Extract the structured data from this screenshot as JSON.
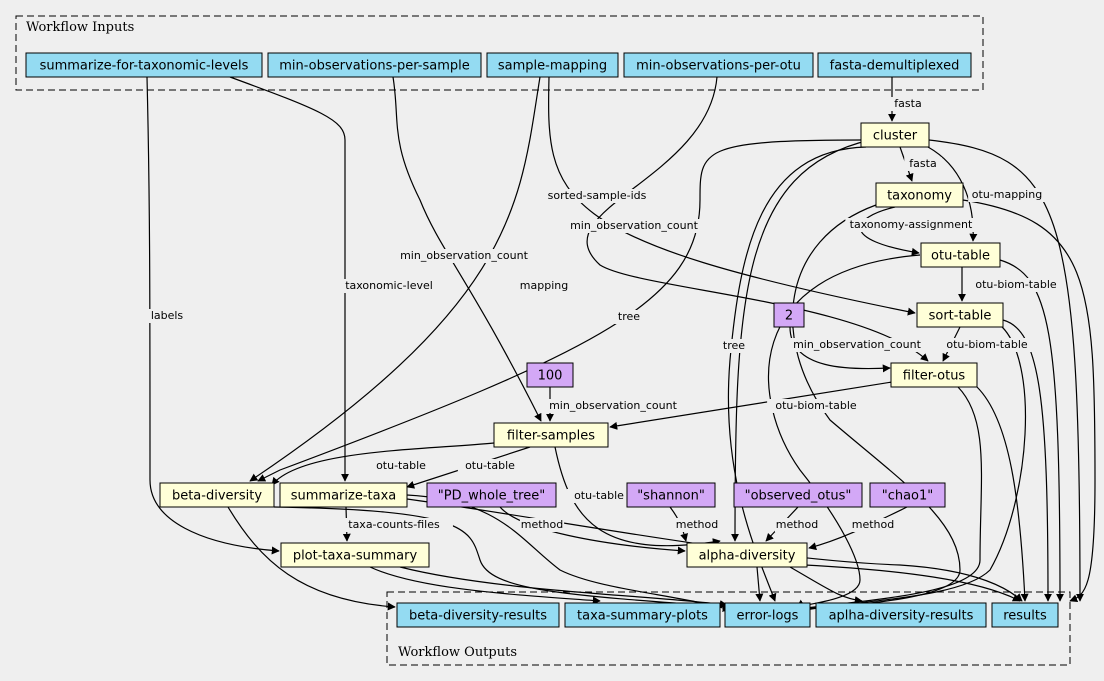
{
  "colors": {
    "background": "#efefef",
    "io": "#94dbf2",
    "step": "#ffffd8",
    "param": "#d3a8f6"
  },
  "clusters": [
    {
      "id": "inputs",
      "label": "Workflow Inputs"
    },
    {
      "id": "outputs",
      "label": "Workflow Outputs"
    }
  ],
  "nodes": [
    {
      "id": "summarize_for_tax_levels",
      "label": "summarize-for-taxonomic-levels",
      "kind": "io"
    },
    {
      "id": "min_obs_per_sample",
      "label": "min-observations-per-sample",
      "kind": "io"
    },
    {
      "id": "sample_mapping",
      "label": "sample-mapping",
      "kind": "io"
    },
    {
      "id": "min_obs_per_otu",
      "label": "min-observations-per-otu",
      "kind": "io"
    },
    {
      "id": "fasta_demultiplexed",
      "label": "fasta-demultiplexed",
      "kind": "io"
    },
    {
      "id": "cluster",
      "label": "cluster",
      "kind": "step"
    },
    {
      "id": "taxonomy",
      "label": "taxonomy",
      "kind": "step"
    },
    {
      "id": "otu_table",
      "label": "otu-table",
      "kind": "step"
    },
    {
      "id": "sort_table",
      "label": "sort-table",
      "kind": "step"
    },
    {
      "id": "p_2",
      "label": "2",
      "kind": "param"
    },
    {
      "id": "filter_otus",
      "label": "filter-otus",
      "kind": "step"
    },
    {
      "id": "p_100",
      "label": "100",
      "kind": "param"
    },
    {
      "id": "filter_samples",
      "label": "filter-samples",
      "kind": "step"
    },
    {
      "id": "beta_diversity",
      "label": "beta-diversity",
      "kind": "step"
    },
    {
      "id": "summarize_taxa",
      "label": "summarize-taxa",
      "kind": "step"
    },
    {
      "id": "p_pd",
      "label": "\"PD_whole_tree\"",
      "kind": "param"
    },
    {
      "id": "p_shannon",
      "label": "\"shannon\"",
      "kind": "param"
    },
    {
      "id": "p_observed",
      "label": "\"observed_otus\"",
      "kind": "param"
    },
    {
      "id": "p_chao1",
      "label": "\"chao1\"",
      "kind": "param"
    },
    {
      "id": "plot_taxa_summary",
      "label": "plot-taxa-summary",
      "kind": "step"
    },
    {
      "id": "alpha_diversity",
      "label": "alpha-diversity",
      "kind": "step"
    },
    {
      "id": "beta_results",
      "label": "beta-diversity-results",
      "kind": "io"
    },
    {
      "id": "taxa_plots",
      "label": "taxa-summary-plots",
      "kind": "io"
    },
    {
      "id": "error_logs",
      "label": "error-logs",
      "kind": "io"
    },
    {
      "id": "alpha_results",
      "label": "aplha-diversity-results",
      "kind": "io"
    },
    {
      "id": "results",
      "label": "results",
      "kind": "io"
    }
  ],
  "edges": [
    {
      "from": "fasta_demultiplexed",
      "to": "cluster",
      "label": "fasta"
    },
    {
      "from": "cluster",
      "to": "taxonomy",
      "label": "fasta"
    },
    {
      "from": "cluster",
      "to": "otu_table",
      "label": "otu-mapping"
    },
    {
      "from": "taxonomy",
      "to": "otu_table",
      "label": "taxonomy-assignment"
    },
    {
      "from": "otu_table",
      "to": "sort_table",
      "label": "otu-biom-table"
    },
    {
      "from": "sample_mapping",
      "to": "sort_table",
      "label": "sorted-sample-ids"
    },
    {
      "from": "min_obs_per_otu",
      "to": "filter_otus",
      "label": "min_observation_count"
    },
    {
      "from": "p_2",
      "to": "filter_otus",
      "label": "min_observation_count"
    },
    {
      "from": "sort_table",
      "to": "filter_otus",
      "label": "otu-biom-table"
    },
    {
      "from": "filter_otus",
      "to": "filter_samples",
      "label": "otu-biom-table"
    },
    {
      "from": "p_100",
      "to": "filter_samples",
      "label": "min_observation_count"
    },
    {
      "from": "min_obs_per_sample",
      "to": "filter_samples",
      "label": "min_observation_count"
    },
    {
      "from": "sample_mapping",
      "to": "beta_diversity",
      "label": "mapping"
    },
    {
      "from": "cluster",
      "to": "beta_diversity",
      "label": "tree"
    },
    {
      "from": "filter_samples",
      "to": "beta_diversity",
      "label": "otu-table"
    },
    {
      "from": "summarize_for_tax_levels",
      "to": "summarize_taxa",
      "label": "taxonomic-level"
    },
    {
      "from": "filter_samples",
      "to": "summarize_taxa",
      "label": "otu-table"
    },
    {
      "from": "summarize_for_tax_levels",
      "to": "plot_taxa_summary",
      "label": "labels"
    },
    {
      "from": "summarize_taxa",
      "to": "plot_taxa_summary",
      "label": "taxa-counts-files"
    },
    {
      "from": "cluster",
      "to": "alpha_diversity",
      "label": "tree"
    },
    {
      "from": "filter_samples",
      "to": "alpha_diversity",
      "label": "otu-table"
    },
    {
      "from": "p_pd",
      "to": "alpha_diversity",
      "label": "method"
    },
    {
      "from": "p_shannon",
      "to": "alpha_diversity",
      "label": "method"
    },
    {
      "from": "p_observed",
      "to": "alpha_diversity",
      "label": "method"
    },
    {
      "from": "p_chao1",
      "to": "alpha_diversity",
      "label": "method"
    },
    {
      "from": "beta_diversity",
      "to": "beta_results",
      "label": ""
    },
    {
      "from": "plot_taxa_summary",
      "to": "taxa_plots",
      "label": ""
    },
    {
      "from": "plot_taxa_summary",
      "to": "error_logs",
      "label": ""
    },
    {
      "from": "beta_diversity",
      "to": "error_logs",
      "label": ""
    },
    {
      "from": "summarize_taxa",
      "to": "error_logs",
      "label": ""
    },
    {
      "from": "alpha_diversity",
      "to": "error_logs",
      "label": ""
    },
    {
      "from": "filter_otus",
      "to": "error_logs",
      "label": ""
    },
    {
      "from": "sort_table",
      "to": "error_logs",
      "label": ""
    },
    {
      "from": "otu_table",
      "to": "error_logs",
      "label": ""
    },
    {
      "from": "taxonomy",
      "to": "error_logs",
      "label": ""
    },
    {
      "from": "cluster",
      "to": "error_logs",
      "label": ""
    },
    {
      "from": "alpha_diversity",
      "to": "alpha_results",
      "label": ""
    },
    {
      "from": "summarize_taxa",
      "to": "results",
      "label": ""
    },
    {
      "from": "alpha_diversity",
      "to": "results",
      "label": ""
    },
    {
      "from": "filter_otus",
      "to": "results",
      "label": ""
    },
    {
      "from": "sort_table",
      "to": "results",
      "label": ""
    },
    {
      "from": "otu_table",
      "to": "results",
      "label": ""
    },
    {
      "from": "taxonomy",
      "to": "results",
      "label": ""
    },
    {
      "from": "cluster",
      "to": "results",
      "label": ""
    }
  ]
}
